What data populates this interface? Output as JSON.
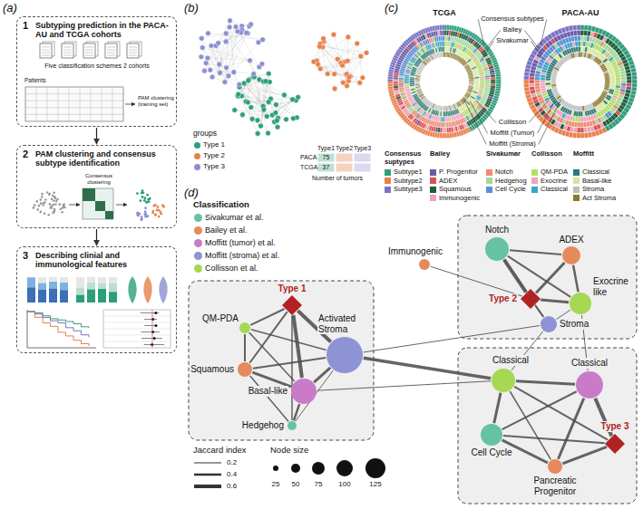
{
  "diagram": {
    "nodes": [
      {
        "text": [
          "1",
          "Subtyping prediction in the PACA-AU and TCGA cohorts",
          "Five classification schemes 2 cohorts",
          "Patients",
          "PAM clustering (training set)"
        ]
      },
      {
        "text": [
          "2",
          "PAM clustering and consensus subtype identification",
          "Consensus clustering"
        ]
      },
      {
        "text": [
          "3",
          "Describing clinial and immunological features"
        ]
      },
      {
        "text": [
          "Type 1"
        ]
      },
      {
        "text": [
          "QM-PDA"
        ]
      },
      {
        "text": [
          "Activated Stroma"
        ]
      },
      {
        "text": [
          "Squamous"
        ]
      },
      {
        "text": [
          "Basal-like"
        ]
      },
      {
        "text": [
          "Hedgehog"
        ]
      },
      {
        "text": [
          "Immunogenic"
        ]
      },
      {
        "text": [
          "Notch"
        ]
      },
      {
        "text": [
          "ADEX"
        ]
      },
      {
        "text": [
          "Type 2"
        ]
      },
      {
        "text": [
          "Exocrine like"
        ]
      },
      {
        "text": [
          "Stroma"
        ]
      },
      {
        "text": [
          "Classical"
        ]
      },
      {
        "text": [
          "Classical"
        ]
      },
      {
        "text": [
          "Cell Cycle"
        ]
      },
      {
        "text": [
          "Pancreatic Progenitor"
        ]
      },
      {
        "text": [
          "Type 3"
        ]
      }
    ],
    "edges": [
      {
        "from": 0,
        "to": 1,
        "arrow": "to"
      },
      {
        "from": 1,
        "to": 2,
        "arrow": "to"
      },
      {
        "from": 3,
        "to": 4,
        "arrow": "none"
      },
      {
        "from": 3,
        "to": 6,
        "arrow": "none"
      },
      {
        "from": 3,
        "to": 5,
        "arrow": "none"
      },
      {
        "from": 3,
        "to": 7,
        "arrow": "none"
      },
      {
        "from": 3,
        "to": 8,
        "arrow": "none"
      },
      {
        "from": 4,
        "to": 6,
        "arrow": "none"
      },
      {
        "from": 4,
        "to": 5,
        "arrow": "none"
      },
      {
        "from": 4,
        "to": 7,
        "arrow": "none"
      },
      {
        "from": 6,
        "to": 8,
        "arrow": "none"
      },
      {
        "from": 6,
        "to": 7,
        "arrow": "none"
      },
      {
        "from": 6,
        "to": 5,
        "arrow": "none"
      },
      {
        "from": 8,
        "to": 7,
        "arrow": "none"
      },
      {
        "from": 5,
        "to": 7,
        "arrow": "none"
      },
      {
        "from": 8,
        "to": 5,
        "arrow": "none"
      },
      {
        "from": 5,
        "to": 15,
        "arrow": "none"
      },
      {
        "from": 7,
        "to": 15,
        "arrow": "none"
      },
      {
        "from": 5,
        "to": 14,
        "arrow": "none"
      },
      {
        "from": 9,
        "to": 12,
        "arrow": "none"
      },
      {
        "from": 10,
        "to": 11,
        "arrow": "none"
      },
      {
        "from": 10,
        "to": 12,
        "arrow": "none"
      },
      {
        "from": 10,
        "to": 13,
        "arrow": "none"
      },
      {
        "from": 11,
        "to": 12,
        "arrow": "none"
      },
      {
        "from": 11,
        "to": 13,
        "arrow": "none"
      },
      {
        "from": 12,
        "to": 13,
        "arrow": "none"
      },
      {
        "from": 12,
        "to": 14,
        "arrow": "none"
      },
      {
        "from": 10,
        "to": 14,
        "arrow": "none"
      },
      {
        "from": 13,
        "to": 14,
        "arrow": "none"
      },
      {
        "from": 14,
        "to": 15,
        "arrow": "none"
      },
      {
        "from": 13,
        "to": 16,
        "arrow": "none"
      },
      {
        "from": 15,
        "to": 16,
        "arrow": "none"
      },
      {
        "from": 15,
        "to": 17,
        "arrow": "none"
      },
      {
        "from": 15,
        "to": 18,
        "arrow": "none"
      },
      {
        "from": 16,
        "to": 19,
        "arrow": "none"
      },
      {
        "from": 16,
        "to": 18,
        "arrow": "none"
      },
      {
        "from": 17,
        "to": 19,
        "arrow": "none"
      },
      {
        "from": 17,
        "to": 18,
        "arrow": "none"
      },
      {
        "from": 19,
        "to": 18,
        "arrow": "none"
      },
      {
        "from": 15,
        "to": 19,
        "arrow": "none"
      },
      {
        "from": 16,
        "to": 17,
        "arrow": "none"
      }
    ],
    "labels": [
      "(a)",
      "(b)",
      "(c)",
      "(d)",
      "groups",
      "PACA",
      "TCGA",
      "Type1",
      "Type2",
      "Type3",
      "75",
      "37",
      "Number of tumors",
      "TCGA",
      "PACA-AU",
      "Consensus subtypes",
      "Bailey",
      "Sivakumar",
      "Collisson",
      "Moffitt (Tumor)",
      "Moffitt (Stroma)",
      "Consensus suptypes",
      "Bailey",
      "Sivakumar",
      "Collisson",
      "Moffitt",
      "Classification",
      "Jaccard index",
      "0.2",
      "0.4",
      "0.6",
      "Node size",
      "25",
      "50",
      "75",
      "100",
      "125"
    ],
    "legend": [
      {
        "text": "Type 1",
        "color": "#2e9e7a"
      },
      {
        "text": "Type 2",
        "color": "#e8804a"
      },
      {
        "text": "Type 3",
        "color": "#8a8fd0"
      },
      {
        "text": "Subtype1",
        "color": "#2e9e7a"
      },
      {
        "text": "Subtype2",
        "color": "#e8804a"
      },
      {
        "text": "Subtype3",
        "color": "#7b72c4"
      },
      {
        "text": "P. Progenitor",
        "color": "#6a5aa8"
      },
      {
        "text": "ADEX",
        "color": "#d9534f"
      },
      {
        "text": "Squamous",
        "color": "#1f5e3c"
      },
      {
        "text": "Immunogenic",
        "color": "#eaa3b8"
      },
      {
        "text": "Notch",
        "color": "#f08a72"
      },
      {
        "text": "Hedgehog",
        "color": "#a5d89a"
      },
      {
        "text": "Cell Cycle",
        "color": "#5b8fd6"
      },
      {
        "text": "QM-PDA",
        "color": "#b3de69"
      },
      {
        "text": "Exocrine",
        "color": "#f2a2c0"
      },
      {
        "text": "Classical",
        "color": "#3aa6c7"
      },
      {
        "text": "Classical",
        "color": "#2b7a78"
      },
      {
        "text": "Basal-like",
        "color": "#d6e69a"
      },
      {
        "text": "Stroma",
        "color": "#bdbdbd"
      },
      {
        "text": "Act Stroma",
        "color": "#8c7a2b"
      },
      {
        "text": "Sivakumar et al.",
        "color": "#66c2a5"
      },
      {
        "text": "Bailey et al.",
        "color": "#e58a5a"
      },
      {
        "text": "Moffitt (tumor) et al.",
        "color": "#c97bc9"
      },
      {
        "text": "Moffitt (stroma) et al.",
        "color": "#8d93d4"
      },
      {
        "text": "Collisson et al.",
        "color": "#a6d854"
      }
    ]
  }
}
